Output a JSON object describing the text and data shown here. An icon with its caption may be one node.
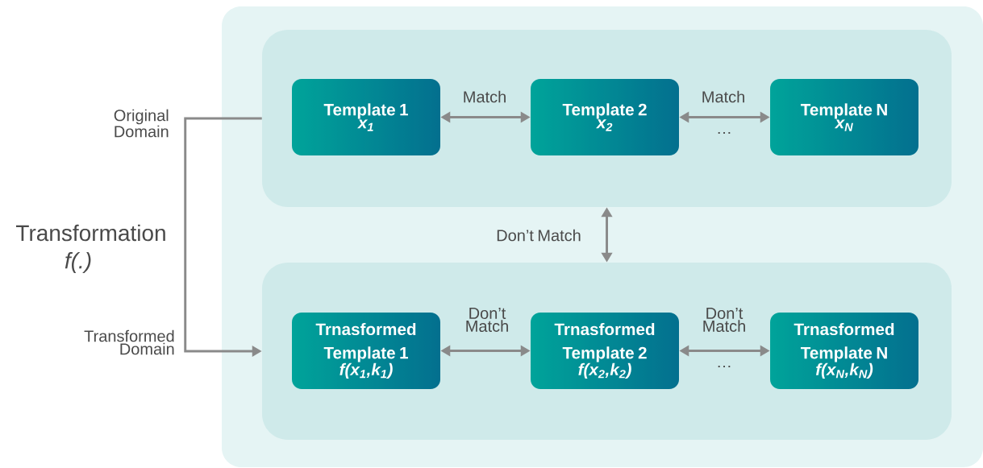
{
  "diagram": {
    "nodes": [
      {
        "text": [],
        "shape": "box"
      },
      {
        "text": [],
        "shape": "box",
        "in": 0
      },
      {
        "text": [
          "Template 1",
          "x$_{1}$"
        ],
        "in": 1
      },
      {
        "text": [
          "Template 2",
          "x$_{2}$"
        ],
        "in": 1
      },
      {
        "text": [
          "Template N",
          "x$_{N}$"
        ],
        "in": 1
      },
      {
        "text": [],
        "shape": "box",
        "in": 0
      },
      {
        "text": [
          "Trnasformed Template 1",
          "f(x$_{1}$,k$_{1}$)"
        ],
        "in": 5
      },
      {
        "text": [
          "Trnasformed Template 2",
          "f(x$_{2}$,k$_{2}$)"
        ],
        "in": 5
      },
      {
        "text": [
          "Trnasformed Template N",
          "f(x$_{N}$,k$_{N}$)"
        ],
        "in": 5
      }
    ],
    "edges": [
      {
        "from": 2,
        "to": 3,
        "arrow": "both",
        "label": "Match"
      },
      {
        "from": 3,
        "to": 4,
        "arrow": "both",
        "label": "Match"
      },
      {
        "from": 6,
        "to": 7,
        "arrow": "both",
        "label": "Don’t Match"
      },
      {
        "from": 7,
        "to": 8,
        "arrow": "both",
        "label": "Don’t Match"
      },
      {
        "from": 1,
        "to": 5,
        "arrow": "both",
        "label": "Don’t Match"
      },
      {
        "from": 1,
        "to": 5,
        "arrow": "to"
      }
    ],
    "labels": [
      "Original Domain",
      "Transformation",
      "f(.)",
      "Transformed Domain",
      "…",
      "…"
    ]
  }
}
